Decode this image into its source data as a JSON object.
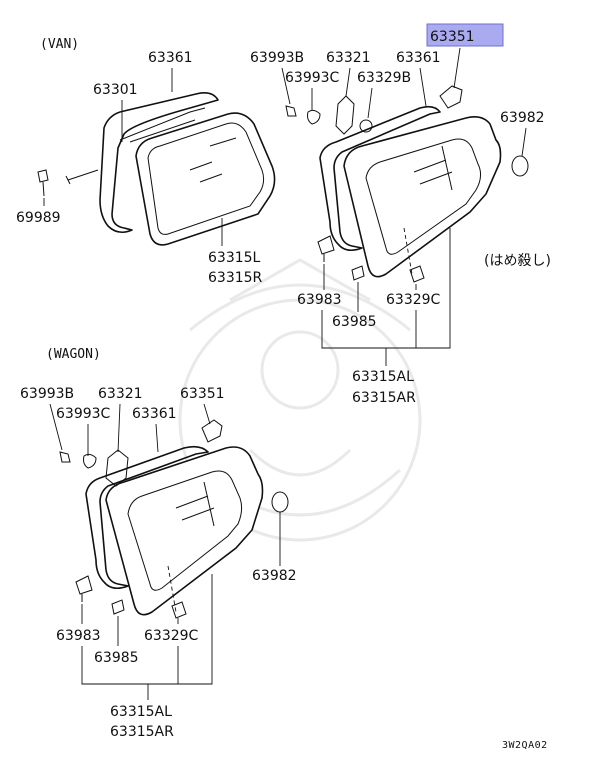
{
  "sections": {
    "van": "(VAN)",
    "wagon": "(WAGON)"
  },
  "note": "(はめ殺し)",
  "diagram_code": "3W2QA02",
  "highlight_color": "#aaaaf0",
  "labels": {
    "van_63361": "63361",
    "van_63301": "63301",
    "van_69989": "69989",
    "van_63315l": "63315L",
    "van_63315r": "63315R",
    "r_63993b": "63993B",
    "r_63321": "63321",
    "r_63361": "63361",
    "r_63351": "63351",
    "r_63993c": "63993C",
    "r_63329b": "63329B",
    "r_63982": "63982",
    "r_63983": "63983",
    "r_63329c": "63329C",
    "r_63985": "63985",
    "r_63315al": "63315AL",
    "r_63315ar": "63315AR",
    "w_63993b": "63993B",
    "w_63321": "63321",
    "w_63351": "63351",
    "w_63993c": "63993C",
    "w_63361": "63361",
    "w_63982": "63982",
    "w_63983": "63983",
    "w_63329c": "63329C",
    "w_63985": "63985",
    "w_63315al": "63315AL",
    "w_63315ar": "63315AR"
  }
}
